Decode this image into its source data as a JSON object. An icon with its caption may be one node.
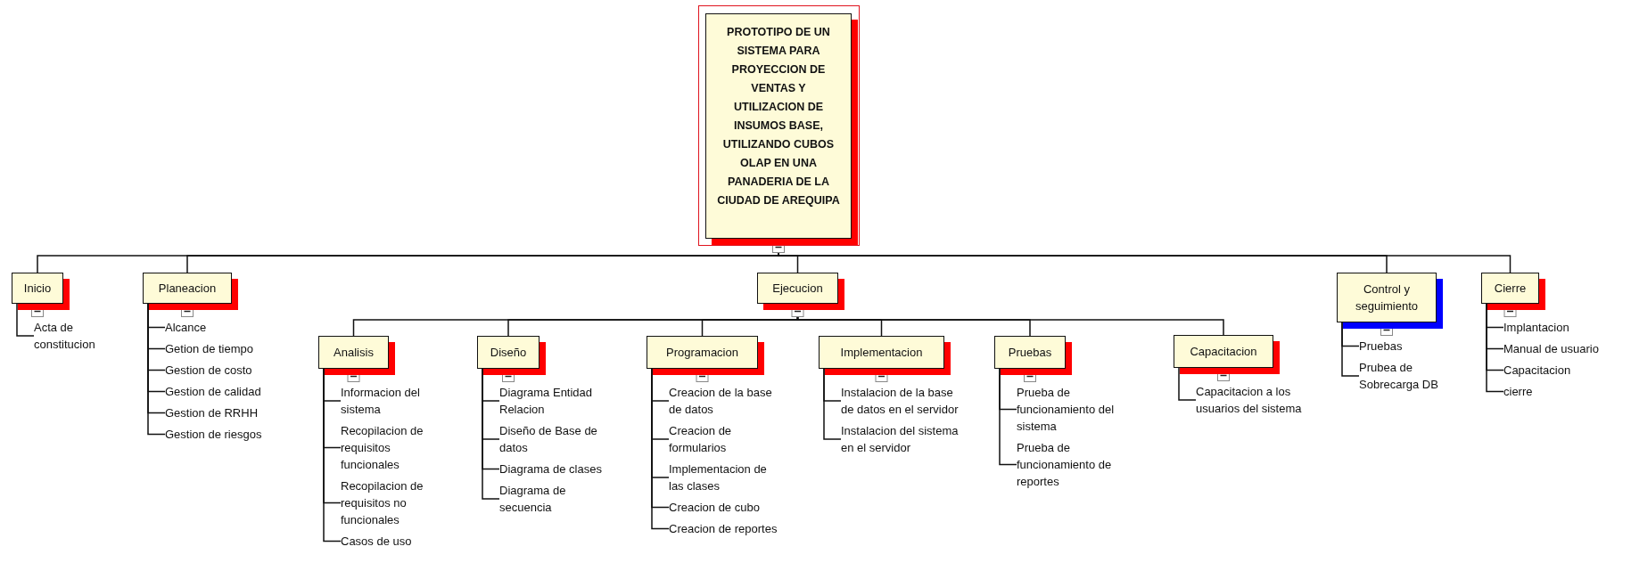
{
  "diagram": {
    "nodes": [
      {
        "text": [
          "PROTOTIPO DE UN SISTEMA PARA PROYECCION DE VENTAS Y UTILIZACION DE INSUMOS BASE, UTILIZANDO CUBOS OLAP EN UNA PANADERIA DE LA CIUDAD DE AREQUIPA"
        ]
      },
      {
        "text": [
          "Inicio"
        ]
      },
      {
        "text": [
          "Acta de constitucion"
        ]
      },
      {
        "text": [
          "Planeacion"
        ]
      },
      {
        "text": [
          "Alcance"
        ]
      },
      {
        "text": [
          "Getion de tiempo"
        ]
      },
      {
        "text": [
          "Gestion de costo"
        ]
      },
      {
        "text": [
          "Gestion de calidad"
        ]
      },
      {
        "text": [
          "Gestion de RRHH"
        ]
      },
      {
        "text": [
          "Gestion de riesgos"
        ]
      },
      {
        "text": [
          "Ejecucion"
        ]
      },
      {
        "text": [
          "Analisis"
        ]
      },
      {
        "text": [
          "Informacion del sistema"
        ]
      },
      {
        "text": [
          "Recopilacion de requisitos funcionales"
        ]
      },
      {
        "text": [
          "Recopilacion de requisitos no funcionales"
        ]
      },
      {
        "text": [
          "Casos de uso"
        ]
      },
      {
        "text": [
          "Diseño"
        ]
      },
      {
        "text": [
          "Diagrama Entidad Relacion"
        ]
      },
      {
        "text": [
          "Diseño de Base de datos"
        ]
      },
      {
        "text": [
          "Diagrama de clases"
        ]
      },
      {
        "text": [
          "Diagrama de secuencia"
        ]
      },
      {
        "text": [
          "Programacion"
        ]
      },
      {
        "text": [
          "Creacion de la base de datos"
        ]
      },
      {
        "text": [
          "Creacion de formularios"
        ]
      },
      {
        "text": [
          "Implementacion de las clases"
        ]
      },
      {
        "text": [
          "Creacion de cubo"
        ]
      },
      {
        "text": [
          "Creacion de reportes"
        ]
      },
      {
        "text": [
          "Implementacion"
        ]
      },
      {
        "text": [
          "Instalacion de la base de datos en el servidor"
        ]
      },
      {
        "text": [
          "Instalacion del sistema en el servidor"
        ]
      },
      {
        "text": [
          "Pruebas"
        ]
      },
      {
        "text": [
          "Prueba de funcionamiento del sistema"
        ]
      },
      {
        "text": [
          "Prueba de funcionamiento de reportes"
        ]
      },
      {
        "text": [
          "Capacitacion"
        ]
      },
      {
        "text": [
          "Capacitacion a los usuarios del sistema"
        ]
      },
      {
        "text": [
          "Control y seguimiento"
        ]
      },
      {
        "text": [
          "Pruebas"
        ]
      },
      {
        "text": [
          "Prubea de Sobrecarga DB"
        ]
      },
      {
        "text": [
          "Cierre"
        ]
      },
      {
        "text": [
          "Implantacion"
        ]
      },
      {
        "text": [
          "Manual de usuario"
        ]
      },
      {
        "text": [
          "Capacitacion"
        ]
      },
      {
        "text": [
          "cierre"
        ]
      }
    ],
    "edges": [
      {
        "from": 0,
        "to": 1,
        "arrow": "none"
      },
      {
        "from": 0,
        "to": 3,
        "arrow": "none"
      },
      {
        "from": 0,
        "to": 10,
        "arrow": "none"
      },
      {
        "from": 0,
        "to": 35,
        "arrow": "none"
      },
      {
        "from": 0,
        "to": 38,
        "arrow": "none"
      },
      {
        "from": 1,
        "to": 2,
        "arrow": "none"
      },
      {
        "from": 3,
        "to": 4,
        "arrow": "none"
      },
      {
        "from": 3,
        "to": 5,
        "arrow": "none"
      },
      {
        "from": 3,
        "to": 6,
        "arrow": "none"
      },
      {
        "from": 3,
        "to": 7,
        "arrow": "none"
      },
      {
        "from": 3,
        "to": 8,
        "arrow": "none"
      },
      {
        "from": 3,
        "to": 9,
        "arrow": "none"
      },
      {
        "from": 10,
        "to": 11,
        "arrow": "none"
      },
      {
        "from": 10,
        "to": 16,
        "arrow": "none"
      },
      {
        "from": 10,
        "to": 21,
        "arrow": "none"
      },
      {
        "from": 10,
        "to": 27,
        "arrow": "none"
      },
      {
        "from": 10,
        "to": 30,
        "arrow": "none"
      },
      {
        "from": 10,
        "to": 33,
        "arrow": "none"
      },
      {
        "from": 11,
        "to": 12,
        "arrow": "none"
      },
      {
        "from": 11,
        "to": 13,
        "arrow": "none"
      },
      {
        "from": 11,
        "to": 14,
        "arrow": "none"
      },
      {
        "from": 11,
        "to": 15,
        "arrow": "none"
      },
      {
        "from": 16,
        "to": 17,
        "arrow": "none"
      },
      {
        "from": 16,
        "to": 18,
        "arrow": "none"
      },
      {
        "from": 16,
        "to": 19,
        "arrow": "none"
      },
      {
        "from": 16,
        "to": 20,
        "arrow": "none"
      },
      {
        "from": 21,
        "to": 22,
        "arrow": "none"
      },
      {
        "from": 21,
        "to": 23,
        "arrow": "none"
      },
      {
        "from": 21,
        "to": 24,
        "arrow": "none"
      },
      {
        "from": 21,
        "to": 25,
        "arrow": "none"
      },
      {
        "from": 21,
        "to": 26,
        "arrow": "none"
      },
      {
        "from": 27,
        "to": 28,
        "arrow": "none"
      },
      {
        "from": 27,
        "to": 29,
        "arrow": "none"
      },
      {
        "from": 30,
        "to": 31,
        "arrow": "none"
      },
      {
        "from": 30,
        "to": 32,
        "arrow": "none"
      },
      {
        "from": 33,
        "to": 34,
        "arrow": "none"
      },
      {
        "from": 35,
        "to": 36,
        "arrow": "none"
      },
      {
        "from": 35,
        "to": 37,
        "arrow": "none"
      },
      {
        "from": 38,
        "to": 39,
        "arrow": "none"
      },
      {
        "from": 38,
        "to": 40,
        "arrow": "none"
      },
      {
        "from": 38,
        "to": 41,
        "arrow": "none"
      },
      {
        "from": 38,
        "to": 42,
        "arrow": "none"
      }
    ]
  }
}
